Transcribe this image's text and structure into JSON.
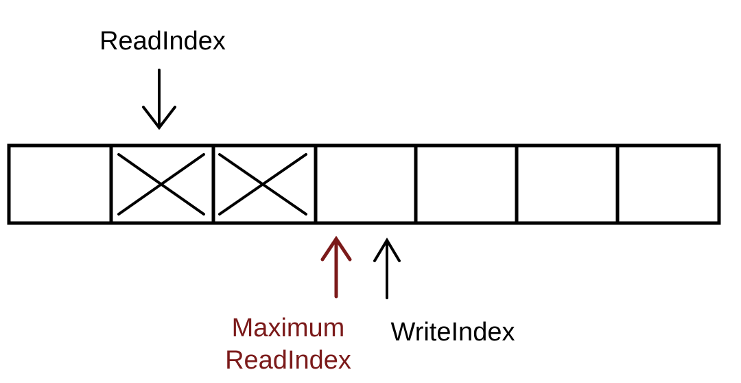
{
  "buffer": {
    "slot_count": 7,
    "used_slots": [
      1,
      2
    ]
  },
  "pointers": {
    "read_index": {
      "label": "ReadIndex",
      "slot": 1,
      "color": "#000000"
    },
    "max_read_index": {
      "label_line1": "Maximum",
      "label_line2": "ReadIndex",
      "boundary": 3,
      "color": "#7b1a1a"
    },
    "write_index": {
      "label": "WriteIndex",
      "color": "#000000"
    }
  },
  "colors": {
    "stroke": "#000000",
    "background": "#ffffff"
  }
}
